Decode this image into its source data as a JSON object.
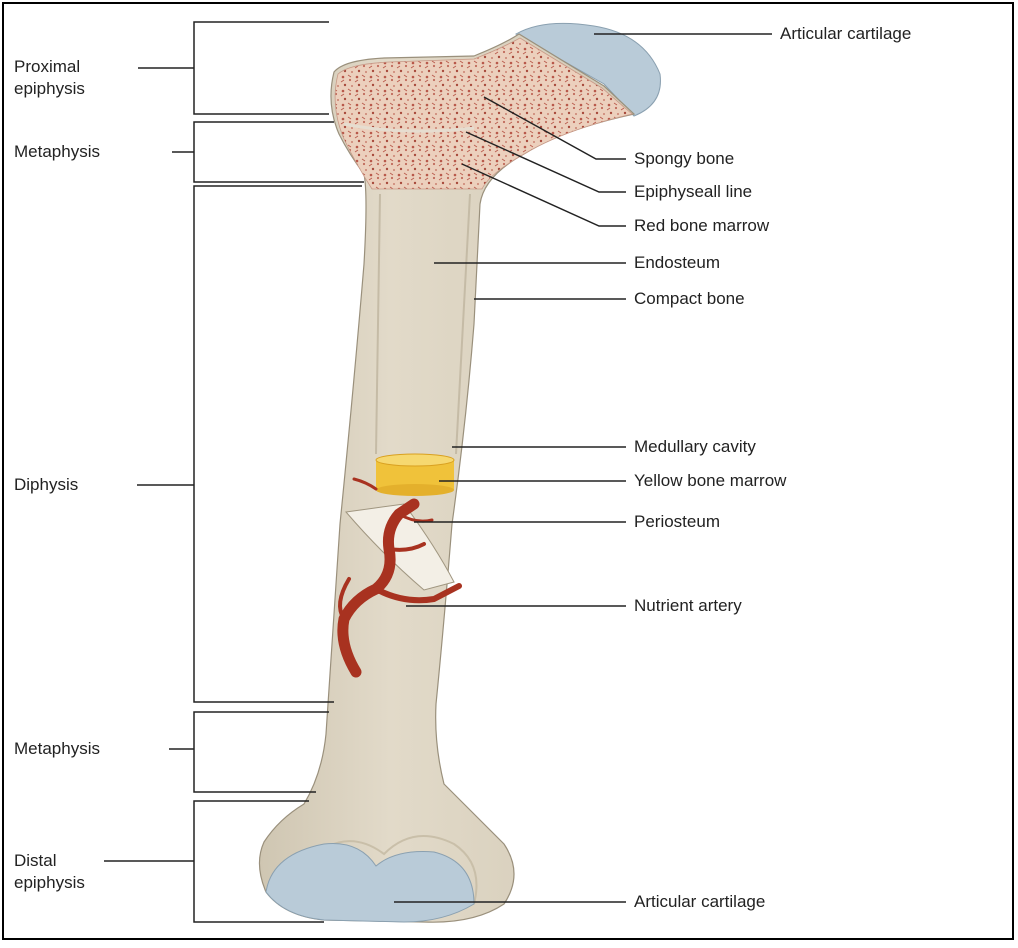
{
  "left_labels": {
    "proximal_epiphysis": [
      "Proximal",
      "epiphysis"
    ],
    "metaphysis_top": "Metaphysis",
    "diaphysis": "Diphysis",
    "metaphysis_bottom": "Metaphysis",
    "distal_epiphysis": [
      "Distal",
      "epiphysis"
    ]
  },
  "right_labels": {
    "articular_cartilage_top": "Articular cartilage",
    "spongy_bone": "Spongy bone",
    "epiphyseal_line": "Epiphyseall line",
    "red_bone_marrow": "Red bone marrow",
    "endosteum": "Endosteum",
    "compact_bone": "Compact bone",
    "medullary_cavity": "Medullary cavity",
    "yellow_bone_marrow": "Yellow bone marrow",
    "periosteum": "Periosteum",
    "nutrient_artery": "Nutrient artery",
    "articular_cartilage_bottom": "Articular cartilage"
  },
  "colors": {
    "bone": "#ddd5c3",
    "bone_shade": "#c9bfa9",
    "cartilage": "#b9cbd8",
    "spongy": "#e8c8b4",
    "spongy_dots": "#b8584a",
    "yellow_marrow": "#f0c23a",
    "artery": "#a83220",
    "line": "#222222"
  }
}
